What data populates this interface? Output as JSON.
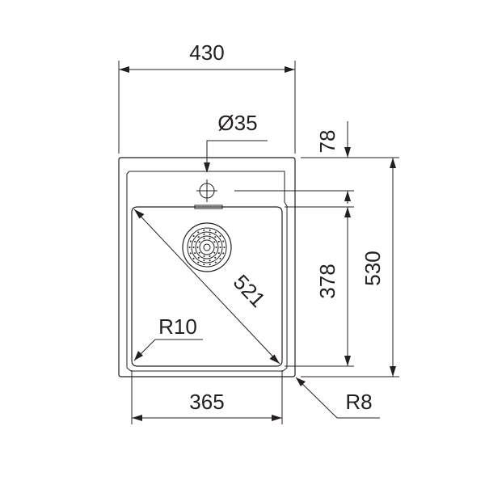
{
  "dimensions": {
    "overall_width": "430",
    "tap_hole_diameter": "Ø35",
    "tap_hole_offset": "78",
    "overall_depth": "530",
    "bowl_depth": "378",
    "bowl_diagonal": "521",
    "inner_corner_radius": "R10",
    "bowl_width": "365",
    "outer_corner_radius": "R8"
  },
  "colors": {
    "ink": "#231f20",
    "background": "#ffffff"
  }
}
